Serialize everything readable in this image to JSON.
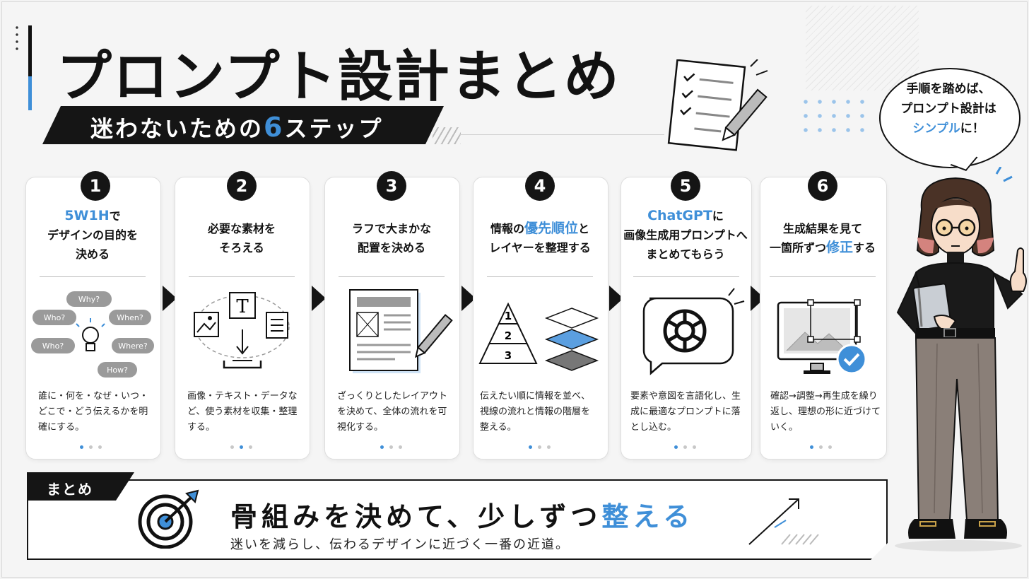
{
  "title": "プロンプト設計まとめ",
  "subtitle": {
    "before": "迷わないための",
    "highlight": "6",
    "after": "ステップ"
  },
  "bubble": {
    "line1": "手順を踏めば、",
    "line2": "プロンプト設計は",
    "line3_highlight": "シンプル",
    "line3_rest": "に！"
  },
  "steps": [
    {
      "number": "1",
      "title_highlight": "5W1H",
      "title_a": "で",
      "title_b": "デザインの目的を",
      "title_c": "決める",
      "desc": "誰に・何を・なぜ・いつ・どこで・どう伝えるかを明確にする。",
      "bubbles": [
        "Why?",
        "Who?",
        "When?",
        "Who?",
        "Where?",
        "How?"
      ]
    },
    {
      "number": "2",
      "title_a": "必要な素材を",
      "title_b": "そろえる",
      "desc": "画像・テキスト・データなど、使う素材を収集・整理する。",
      "icon_letter": "T"
    },
    {
      "number": "3",
      "title_a": "ラフで大まかな",
      "title_b": "配置を決める",
      "desc": "ざっくりとしたレイアウトを決めて、全体の流れを可視化する。"
    },
    {
      "number": "4",
      "title_pre": "情報の",
      "title_highlight": "優先順位",
      "title_post": "と",
      "title_b": "レイヤーを整理する",
      "desc": "伝えたい順に情報を並べ、視線の流れと情報の階層を整える。",
      "levels": [
        "1",
        "2",
        "3"
      ]
    },
    {
      "number": "5",
      "title_highlight": "ChatGPT",
      "title_post": "に",
      "title_b": "画像生成用プロンプトへ",
      "title_c": "まとめてもらう",
      "desc": "要素や意図を言語化し、生成に最適なプロンプトに落とし込む。"
    },
    {
      "number": "6",
      "title_a": "生成結果を見て",
      "title_pre": "一箇所ずつ",
      "title_highlight": "修正",
      "title_post": "する",
      "desc": "確認→調整→再生成を繰り返し、理想の形に近づけていく。"
    }
  ],
  "summary": {
    "tab": "まとめ",
    "main_before": "骨組みを決めて、少しずつ",
    "main_highlight": "整える",
    "sub": "迷いを減らし、伝わるデザインに近づく一番の近道。"
  },
  "colors": {
    "accent": "#3f8fd8",
    "dark": "#151515",
    "background": "#f5f5f5"
  },
  "icons": [
    "checklist-icon",
    "pencil-icon",
    "lightbulb-icon",
    "image-icon",
    "text-icon",
    "document-icon",
    "tray-icon",
    "wireframe-icon",
    "pyramid-icon",
    "layers-icon",
    "chatgpt-logo-icon",
    "monitor-icon",
    "check-badge-icon",
    "target-icon",
    "arrow-icon"
  ]
}
